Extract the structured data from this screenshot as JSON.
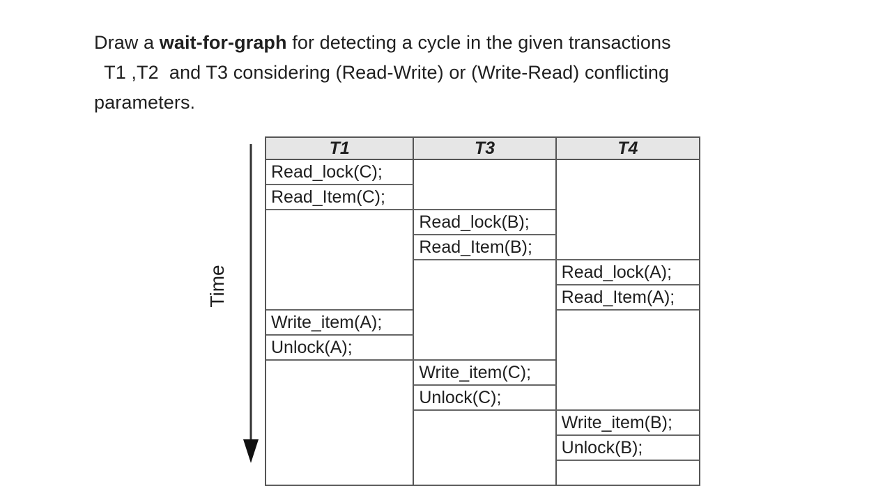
{
  "prompt": {
    "line1_a": "Draw a ",
    "line1_bold": "wait-for-graph",
    "line1_b": " for detecting a cycle in the given transactions",
    "line2": " T1 ,T2  and T3 considering (Read-Write) or (Write-Read) conflicting",
    "line3": "parameters."
  },
  "axis": {
    "label": "Time",
    "direction_icon": "down-arrow-icon"
  },
  "table": {
    "columns": [
      "T1",
      "T3",
      "T4"
    ],
    "rows": [
      [
        "Read_lock(C);",
        "",
        ""
      ],
      [
        "Read_Item(C);",
        "",
        ""
      ],
      [
        "",
        "Read_lock(B);",
        ""
      ],
      [
        "",
        "Read_Item(B);",
        ""
      ],
      [
        "",
        "",
        "Read_lock(A);"
      ],
      [
        "",
        "",
        "Read_Item(A);"
      ],
      [
        "Write_item(A);",
        "",
        ""
      ],
      [
        "Unlock(A);",
        "",
        ""
      ],
      [
        "",
        "Write_item(C);",
        ""
      ],
      [
        "",
        "Unlock(C);",
        ""
      ],
      [
        "",
        "",
        "Write_item(B);"
      ],
      [
        "",
        "",
        "Unlock(B);"
      ],
      [
        "",
        "",
        ""
      ]
    ]
  },
  "colors": {
    "header_fill": "#e6e6e6",
    "border": "#555555",
    "cell_rule": "#666666",
    "text": "#1f1f1f",
    "background": "#ffffff"
  }
}
